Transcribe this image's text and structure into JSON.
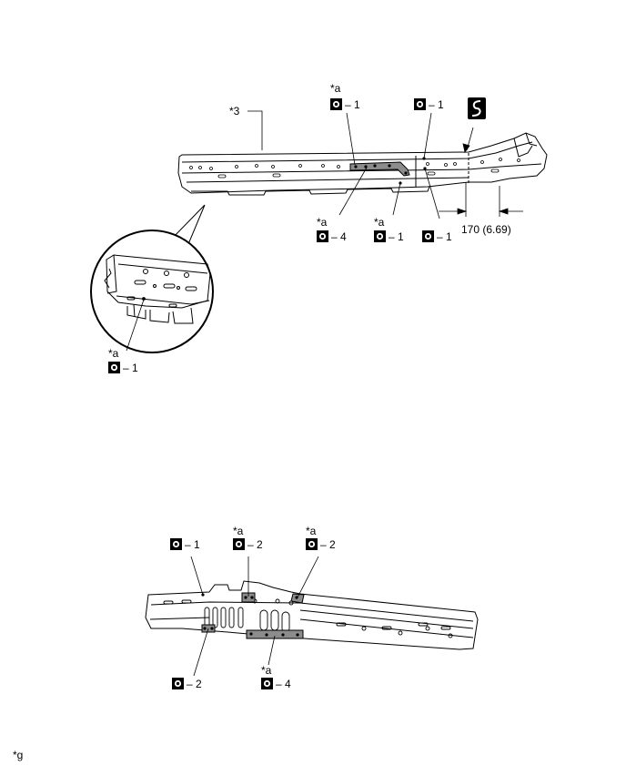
{
  "note_mark": "*g",
  "view1": {
    "part_label": "*3",
    "dimension": "170 (6.69)",
    "callouts": [
      {
        "prefix": "*a",
        "value": "1"
      },
      {
        "prefix": "",
        "value": "1"
      },
      {
        "prefix": "*a",
        "value": "4"
      },
      {
        "prefix": "*a",
        "value": "1"
      },
      {
        "prefix": "",
        "value": "1"
      },
      {
        "prefix": "*a",
        "value": "1"
      }
    ]
  },
  "view2": {
    "callouts": [
      {
        "prefix": "",
        "value": "1"
      },
      {
        "prefix": "*a",
        "value": "2"
      },
      {
        "prefix": "*a",
        "value": "2"
      },
      {
        "prefix": "",
        "value": "2"
      },
      {
        "prefix": "*a",
        "value": "4"
      }
    ]
  },
  "colors": {
    "line": "#000000",
    "weld_fill": "#8c8c8c",
    "panel_fill": "#ffffff"
  },
  "icons": [
    "spot-weld-icon",
    "cut-point-icon"
  ]
}
